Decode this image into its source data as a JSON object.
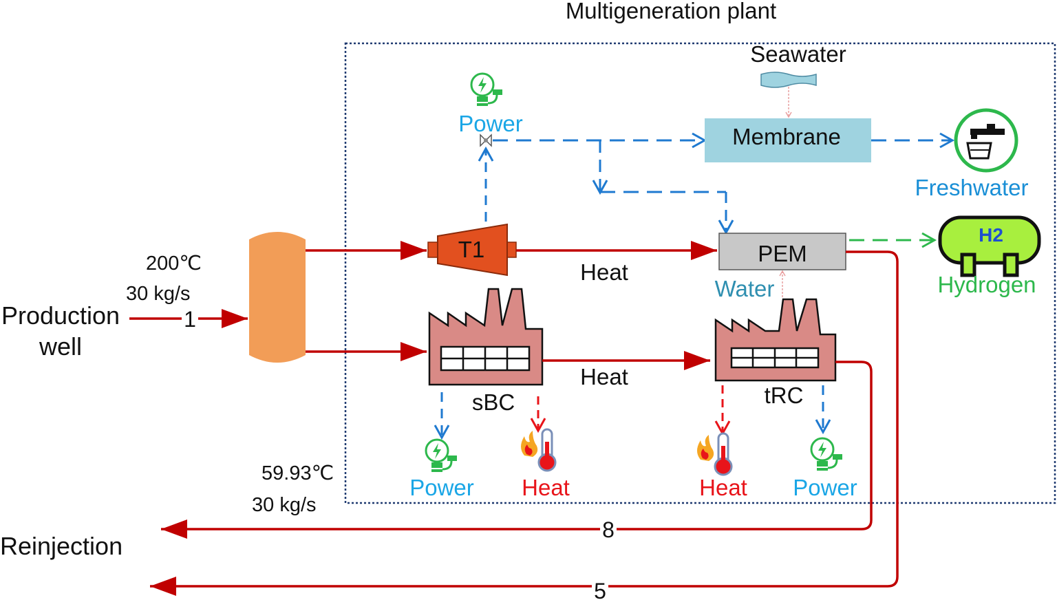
{
  "title": "Multigeneration plant",
  "inlet": {
    "source": [
      "Production",
      "well"
    ],
    "temperature": "200℃",
    "flow": "30 kg/s",
    "stream": "1"
  },
  "outlet": {
    "sink": "Reinjection",
    "temperature": "59.93℃",
    "flow": "30 kg/s"
  },
  "streams": {
    "s8": "8",
    "s5": "5"
  },
  "components": {
    "turbine": "T1",
    "membrane": "Membrane",
    "pem": "PEM",
    "sbc": "sBC",
    "trc": "tRC"
  },
  "labels": {
    "seawater": "Seawater",
    "freshwater": "Freshwater",
    "hydrogen": "Hydrogen",
    "h2": "H2",
    "water": "Water",
    "heat_t1_pem": "Heat",
    "heat_sbc_trc": "Heat",
    "power_t1": "Power",
    "power_sbc": "Power",
    "heat_sbc_out": "Heat",
    "heat_trc_out": "Heat",
    "power_trc": "Power"
  },
  "colors": {
    "hot_stream": "#c00000",
    "power_line": "#1f7ad0",
    "hydrogen_line": "#2db84c",
    "plant_border": "#1f3a70",
    "power_text": "#1aa6e6",
    "heat_text": "#e8141a",
    "hydrogen_text": "#2db84c",
    "freshwater_text": "#1a8fd6",
    "water_text": "#2f8fb0",
    "separator": "#f29d57",
    "turbine": "#e2501f",
    "factory": "#d98a86",
    "membrane": "#9fd3e0",
    "pem": "#c8c8c8"
  }
}
